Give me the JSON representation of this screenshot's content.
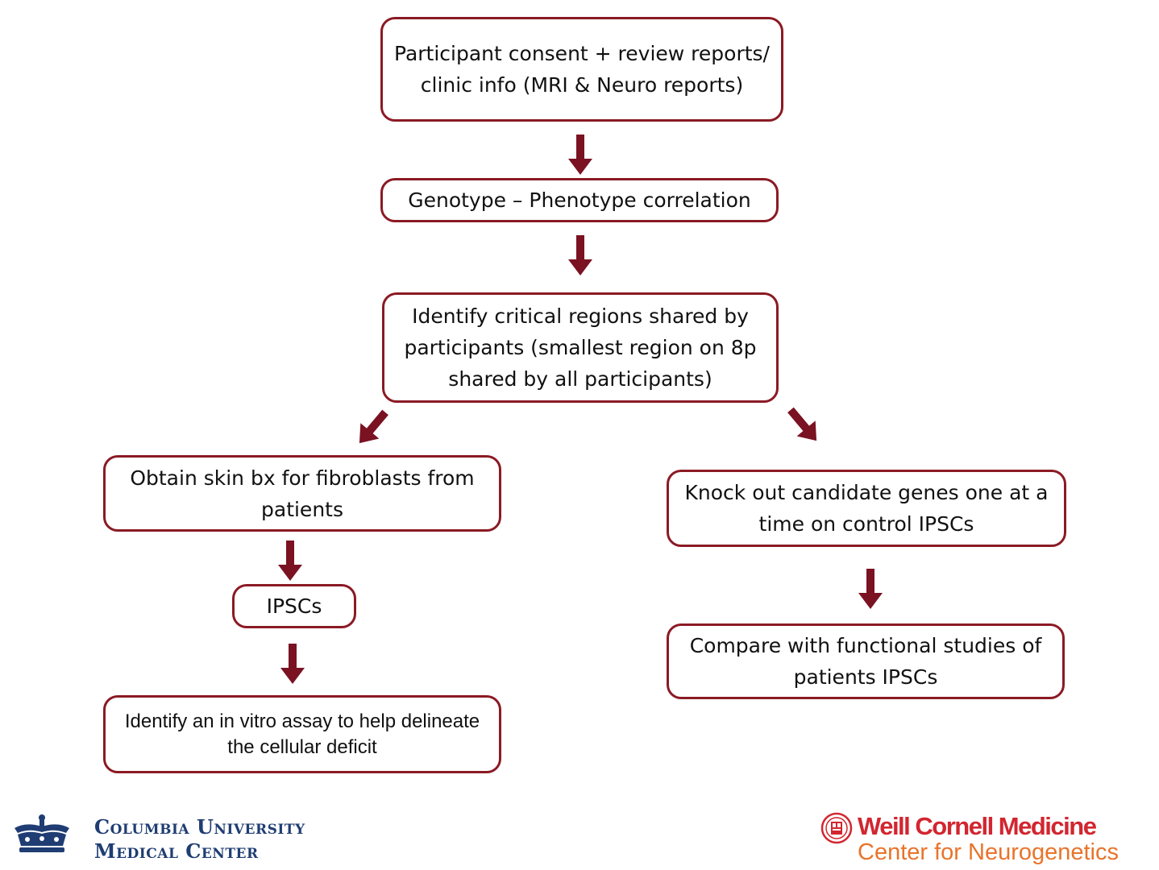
{
  "colors": {
    "box_border": "#8b1a24",
    "arrow": "#7a1222",
    "columbia_blue": "#1f3d73",
    "weill_red": "#d22630",
    "weill_orange": "#e8742b"
  },
  "nodes": {
    "consent": "Participant consent + review reports/ clinic info (MRI & Neuro reports)",
    "genotype": "Genotype – Phenotype correlation",
    "critical": "Identify critical regions shared by participants (smallest region on 8p shared by all participants)",
    "skin": "Obtain skin bx for fibroblasts from patients",
    "ipscs": "IPSCs",
    "assay": "Identify an in vitro assay to help delineate the cellular deficit",
    "knockout": "Knock out candidate genes one at a time on control IPSCs",
    "compare": "Compare with functional studies of patients IPSCs"
  },
  "edges": [
    {
      "from": "consent",
      "to": "genotype"
    },
    {
      "from": "genotype",
      "to": "critical"
    },
    {
      "from": "critical",
      "to": "skin"
    },
    {
      "from": "critical",
      "to": "knockout"
    },
    {
      "from": "skin",
      "to": "ipscs"
    },
    {
      "from": "ipscs",
      "to": "assay"
    },
    {
      "from": "knockout",
      "to": "compare"
    }
  ],
  "logos": {
    "columbia": {
      "icon": "crown-icon",
      "line1": "Columbia University",
      "line2": "Medical Center"
    },
    "weill": {
      "icon": "seal-icon",
      "name": "Weill Cornell Medicine",
      "subtitle": "Center for Neurogenetics"
    }
  }
}
